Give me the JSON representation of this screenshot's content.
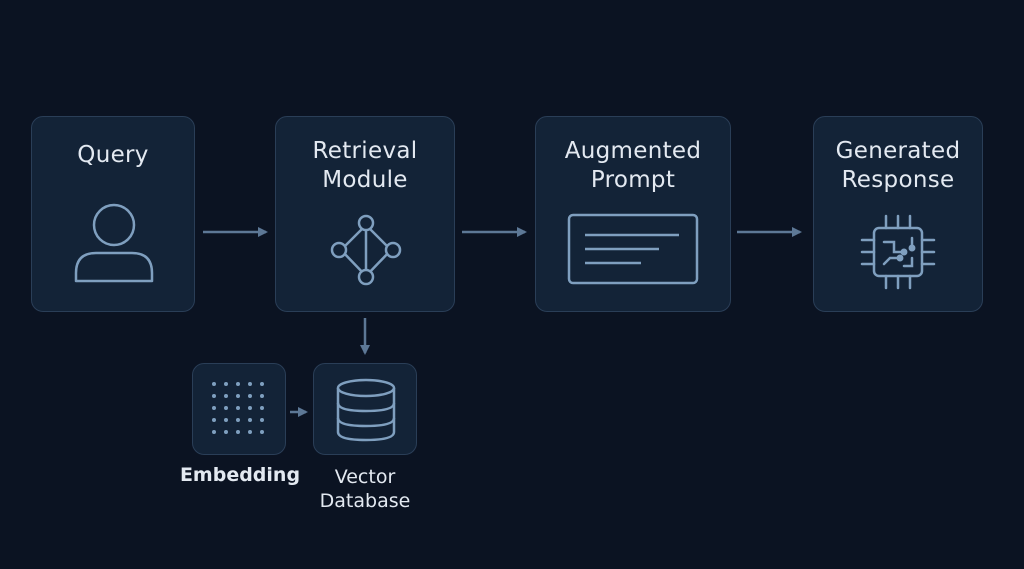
{
  "nodes": {
    "query": {
      "label": "Query",
      "icon": "user-icon"
    },
    "retrieval": {
      "label_line1": "Retrieval",
      "label_line2": "Module",
      "icon": "graph-network-icon"
    },
    "augmented": {
      "label_line1": "Augmented",
      "label_line2": "Prompt",
      "icon": "document-lines-icon"
    },
    "generated": {
      "label_line1": "Generated",
      "label_line2": "Response",
      "icon": "cpu-chip-icon"
    },
    "embedding": {
      "caption": "Embedding",
      "icon": "dot-grid-icon"
    },
    "vector_db": {
      "caption_line1": "Vector",
      "caption_line2": "Database",
      "icon": "database-icon"
    }
  },
  "edges": [
    {
      "from": "query",
      "to": "retrieval"
    },
    {
      "from": "retrieval",
      "to": "augmented"
    },
    {
      "from": "augmented",
      "to": "generated"
    },
    {
      "from": "retrieval",
      "to": "vector_db"
    },
    {
      "from": "embedding",
      "to": "vector_db"
    }
  ],
  "colors": {
    "background": "#0b1322",
    "node_fill": "#132337",
    "node_border": "#2a3e57",
    "text": "#e3e9f1",
    "icon": "#7f9fbf",
    "arrow": "#5d7896"
  }
}
